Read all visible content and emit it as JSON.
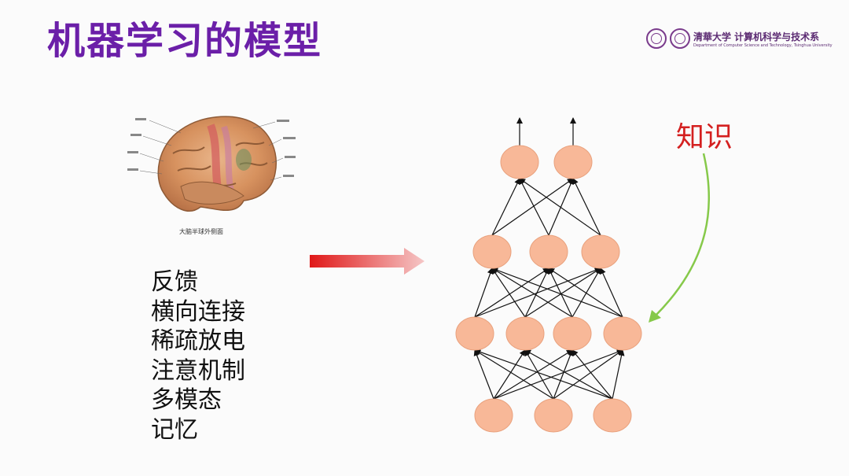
{
  "slide": {
    "title": "机器学习的模型",
    "logo": {
      "name": "清華大学 计算机科学与技术系",
      "subtitle": "Department of Computer Science and Technology, Tsinghua University"
    },
    "brain_figure": {
      "caption": "大脑半球外侧面"
    },
    "features": [
      "反馈",
      "横向连接",
      "稀疏放电",
      "注意机制",
      "多模态",
      "记忆"
    ],
    "knowledge_label": "知识"
  },
  "network": {
    "layers": [
      3,
      4,
      3,
      2
    ],
    "output_arrows": 2,
    "node_color": "#f8b898",
    "node_stroke": "#e9a17d"
  },
  "colors": {
    "title": "#6b1fa8",
    "knowledge": "#d42020",
    "knowledge_arrow": "#86c94a",
    "flow_arrow_start": "#e01818",
    "flow_arrow_end": "#f5c6c6"
  }
}
